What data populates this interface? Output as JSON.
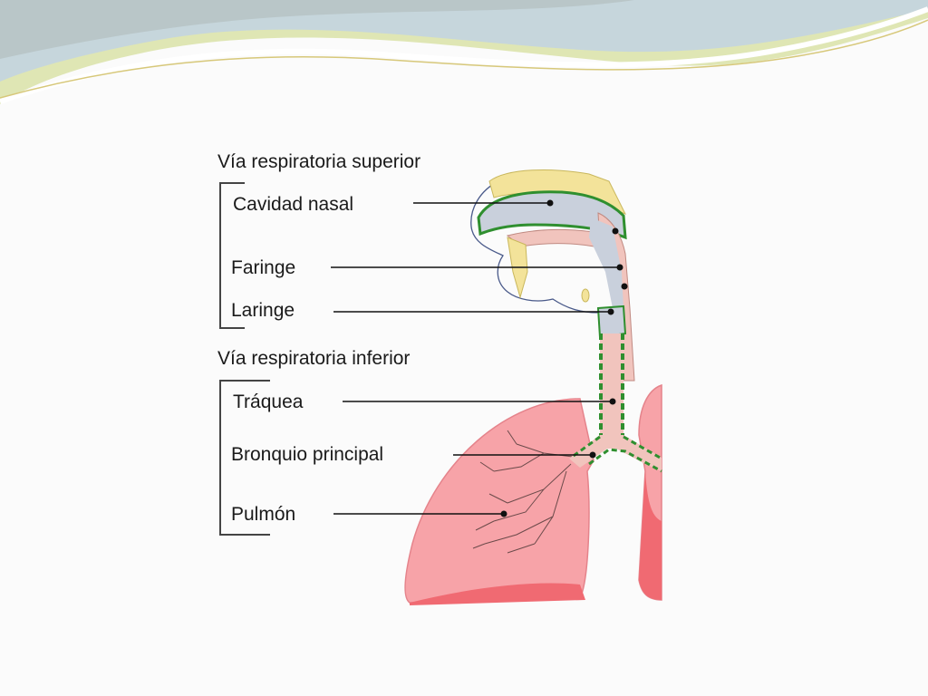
{
  "diagram": {
    "groups": [
      {
        "heading": "Vía respiratoria superior",
        "labels": [
          "Cavidad nasal",
          "Faringe",
          "Laringe"
        ]
      },
      {
        "heading": "Vía respiratoria inferior",
        "labels": [
          "Tráquea",
          "Bronquio principal",
          "Pulmón"
        ]
      }
    ]
  },
  "colors": {
    "lung": "#f7a3a8",
    "lung_dark": "#f06a72",
    "bone": "#f3e39a",
    "airway": "#c9d0dc",
    "tissue": "#f1c4bd",
    "mucosa": "#2f8f2f",
    "wave_green": "#dfe6b4",
    "wave_blue": "#c3d3da"
  }
}
